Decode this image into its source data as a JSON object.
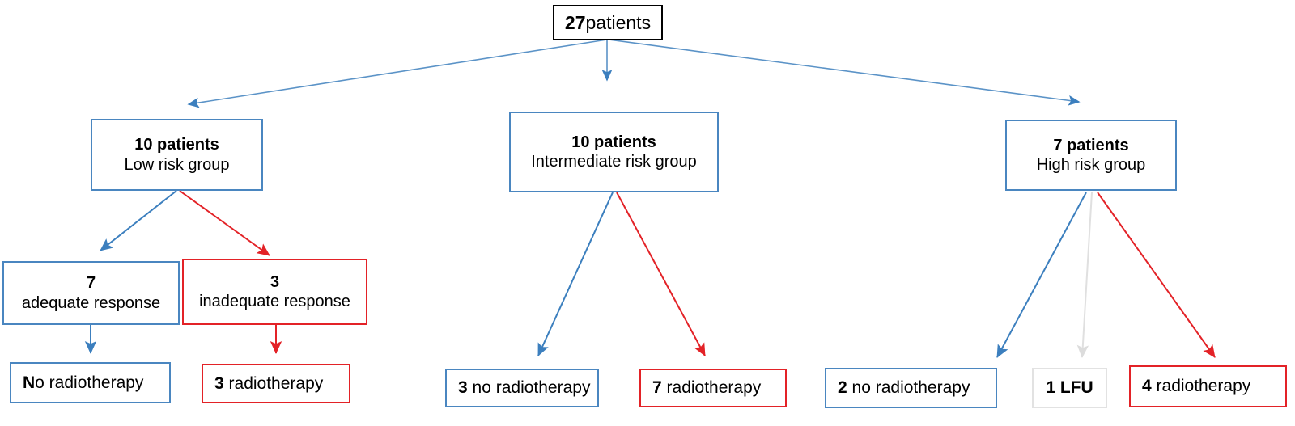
{
  "diagram": {
    "title": "Patient treatment flowchart",
    "colors": {
      "blue": "#4a86c0",
      "red": "#e32227",
      "gray": "#d9d9d9",
      "black": "#000000"
    },
    "root": {
      "count": "27",
      "label": "patients"
    },
    "groups": [
      {
        "count": "10 patients",
        "label": "Low risk group"
      },
      {
        "count": "10 patients",
        "label": "Intermediate risk group"
      },
      {
        "count": "7 patients",
        "label": "High risk group"
      }
    ],
    "responses": [
      {
        "count": "7",
        "label": "adequate response",
        "color": "blue"
      },
      {
        "count": "3",
        "label": "inadequate response",
        "color": "red"
      }
    ],
    "outcomes": [
      {
        "count": "N",
        "label": "o radiotherapy",
        "color": "blue"
      },
      {
        "count": "3",
        "label": " radiotherapy",
        "color": "red"
      },
      {
        "count": "3",
        "label": " no radiotherapy",
        "color": "blue"
      },
      {
        "count": "7",
        "label": " radiotherapy",
        "color": "red"
      },
      {
        "count": "2",
        "label": " no radiotherapy",
        "color": "blue"
      },
      {
        "count": "1 LFU",
        "label": "",
        "color": "gray"
      },
      {
        "count": "4",
        "label": " radiotherapy",
        "color": "red"
      }
    ]
  }
}
